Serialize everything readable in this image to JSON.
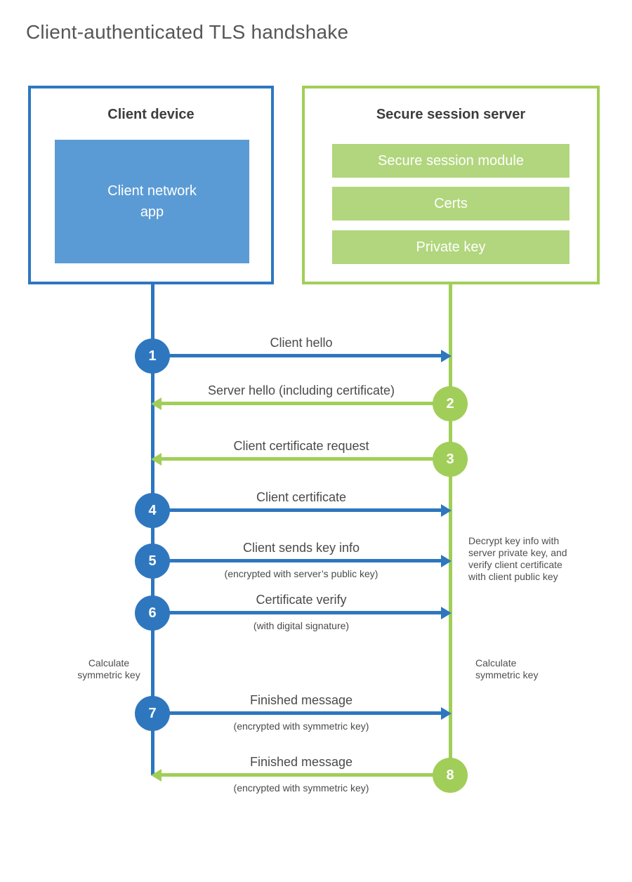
{
  "title": "Client-authenticated TLS handshake",
  "colors": {
    "blue": "#2e77bf",
    "blue_light": "#5b9bd5",
    "green": "#a1ce58",
    "green_light": "#b1d67d"
  },
  "client_box": {
    "title": "Client device",
    "app_label": "Client network\napp"
  },
  "server_box": {
    "title": "Secure session server",
    "modules": [
      "Secure session module",
      "Certs",
      "Private key"
    ]
  },
  "steps": [
    {
      "num": "1",
      "from": "client",
      "label": "Client hello",
      "sublabel": ""
    },
    {
      "num": "2",
      "from": "server",
      "label": "Server hello (including certificate)",
      "sublabel": ""
    },
    {
      "num": "3",
      "from": "server",
      "label": "Client certificate request",
      "sublabel": ""
    },
    {
      "num": "4",
      "from": "client",
      "label": "Client certificate",
      "sublabel": ""
    },
    {
      "num": "5",
      "from": "client",
      "label": "Client sends key info",
      "sublabel": "(encrypted with server’s public key)"
    },
    {
      "num": "6",
      "from": "client",
      "label": "Certificate verify",
      "sublabel": "(with digital signature)"
    },
    {
      "num": "7",
      "from": "client",
      "label": "Finished message",
      "sublabel": "(encrypted with symmetric key)"
    },
    {
      "num": "8",
      "from": "server",
      "label": "Finished message",
      "sublabel": "(encrypted with symmetric key)"
    }
  ],
  "annotations": {
    "server_note": "Decrypt key info with\nserver private key, and\nverify client certificate\nwith client public key",
    "calc_left": "Calculate\nsymmetric key",
    "calc_right": "Calculate\nsymmetric key"
  }
}
